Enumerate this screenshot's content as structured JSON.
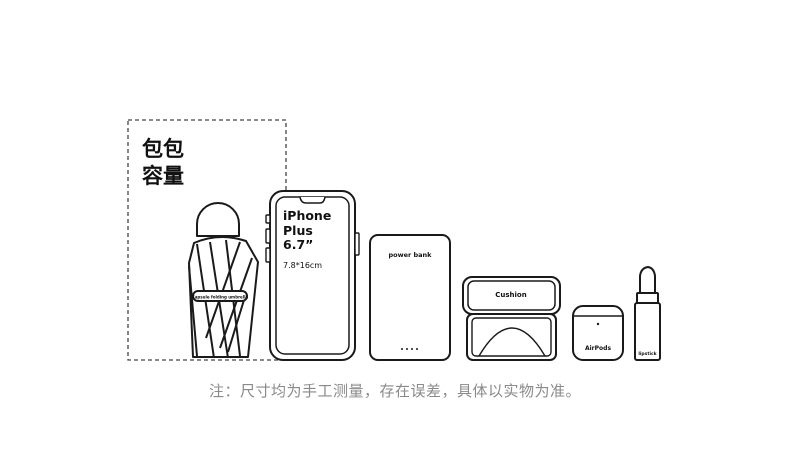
{
  "capacity_title": [
    "包包",
    "容量"
  ],
  "umbrella": {
    "band_label": "Capsule folding umbrella"
  },
  "phone": {
    "name_lines": [
      "iPhone",
      "Plus",
      "6.7”"
    ],
    "size_label": "7.8*16cm"
  },
  "power_bank": {
    "label": "power bank"
  },
  "cushion": {
    "label": "Cushion"
  },
  "airpods": {
    "label": "AirPods"
  },
  "lipstick": {
    "label": "lipstick"
  },
  "note": "注：尺寸均为手工测量，存在误差，具体以实物为准。",
  "colors": {
    "stroke": "#1a1a1a",
    "dash": "#444444",
    "note": "#8a8a8a"
  }
}
